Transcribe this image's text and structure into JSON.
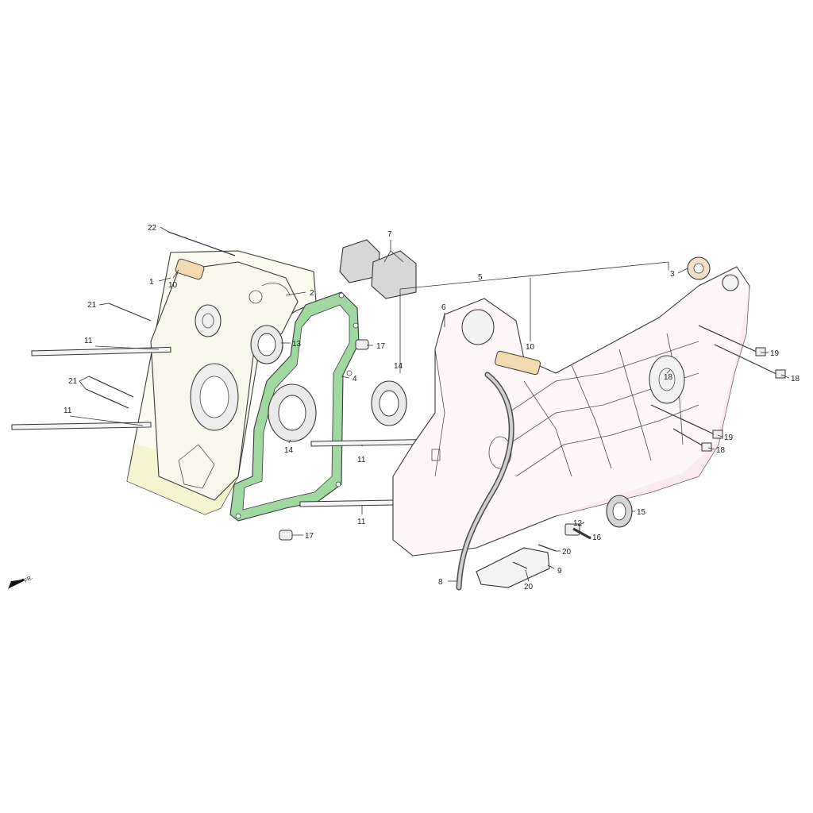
{
  "diagram": {
    "colors": {
      "line": "#333333",
      "gasket": "#9fd9a0",
      "left_case_tint": "#f3f3c8",
      "right_case_tint": "#f9e7ef",
      "bushing": "#f2d9b0",
      "pad": "#d7d7d7"
    },
    "labels": {
      "p1": "1",
      "p2": "2",
      "p3": "3",
      "p4": "4",
      "p5": "5",
      "p6": "6",
      "p7": "7",
      "p8": "8",
      "p9": "9",
      "p10a": "10",
      "p10b": "10",
      "p11a": "11",
      "p11b": "11",
      "p11c": "11",
      "p11d": "11",
      "p12": "12",
      "p13": "13",
      "p14a": "14",
      "p14b": "14",
      "p15": "15",
      "p16": "16",
      "p17a": "17",
      "p17b": "17",
      "p18a": "18",
      "p18b": "18",
      "p18c": "18",
      "p19a": "19",
      "p19b": "19",
      "p20a": "20",
      "p20b": "20",
      "p21a": "21",
      "p21b": "21",
      "p22": "22",
      "fr": "FR."
    }
  }
}
